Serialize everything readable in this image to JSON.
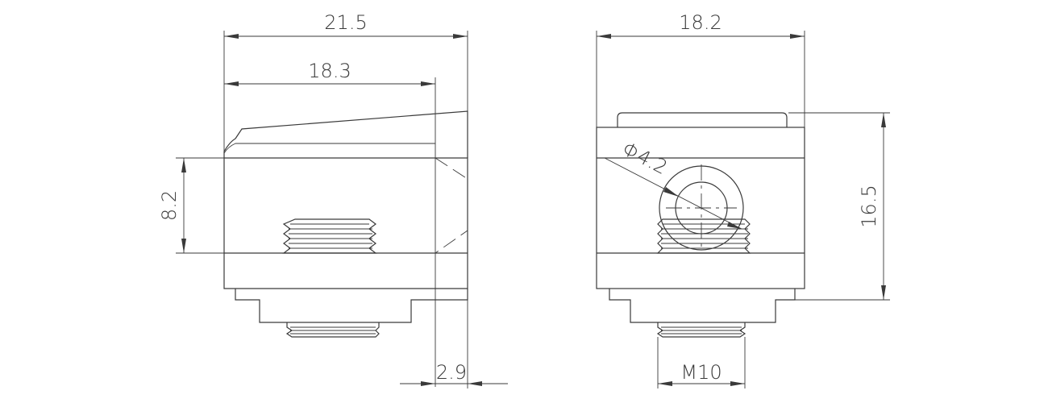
{
  "drawing": {
    "side_view": {
      "overall_width": "21.5",
      "top_width": "18.3",
      "height": "8.2",
      "offset": "2.9"
    },
    "front_view": {
      "width": "18.2",
      "height": "16.5",
      "hole_diameter": "Φ4.2",
      "thread": "M10"
    }
  }
}
